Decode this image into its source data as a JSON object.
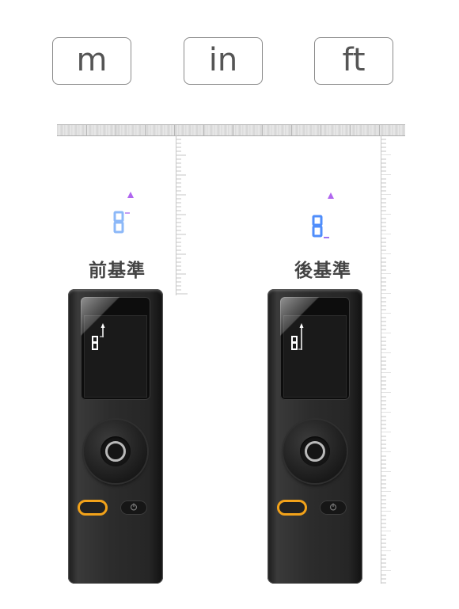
{
  "units": {
    "meter_label": "m",
    "inch_label": "in",
    "feet_label": "ft"
  },
  "modes": {
    "front_label": "前基準",
    "rear_label": "後基準"
  },
  "colors": {
    "indicator_blue": "#4f8dfb",
    "indicator_purple": "#a55cf0",
    "mode_button_accent": "#f2a21a",
    "device_body": "#2a2a2a"
  },
  "icons": {
    "front_indicator": "front-reference-icon",
    "rear_indicator": "rear-reference-icon",
    "power": "power-icon"
  }
}
